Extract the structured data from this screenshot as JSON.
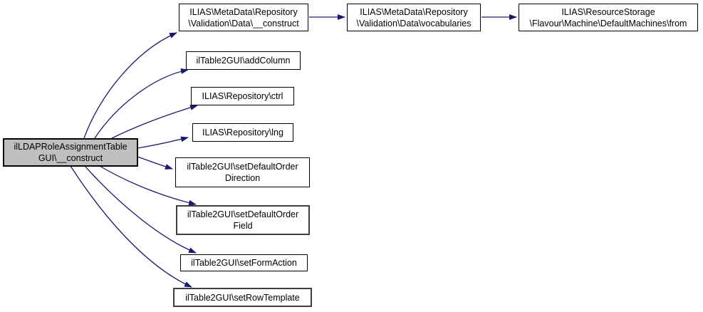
{
  "diagram": {
    "kind": "call-graph",
    "colors": {
      "edge": "#191970",
      "root_fill": "#bfbfbf",
      "node_border": "#000000",
      "node_fill": "#ffffff"
    },
    "nodes": [
      {
        "id": "root",
        "lines": [
          "ilLDAPRoleAssignmentTable",
          "GUI\\__construct"
        ]
      },
      {
        "id": "md-construct",
        "lines": [
          "ILIAS\\MetaData\\Repository",
          "\\Validation\\Data\\__construct"
        ]
      },
      {
        "id": "md-vocabularies",
        "lines": [
          "ILIAS\\MetaData\\Repository",
          "\\Validation\\Data\\vocabularies"
        ]
      },
      {
        "id": "rs-from",
        "lines": [
          "ILIAS\\ResourceStorage",
          "\\Flavour\\Machine\\DefaultMachines\\from"
        ]
      },
      {
        "id": "add-column",
        "lines": [
          "ilTable2GUI\\addColumn"
        ]
      },
      {
        "id": "ctrl",
        "lines": [
          "ILIAS\\Repository\\ctrl"
        ]
      },
      {
        "id": "lng",
        "lines": [
          "ILIAS\\Repository\\lng"
        ]
      },
      {
        "id": "set-order-direction",
        "lines": [
          "ilTable2GUI\\setDefaultOrder",
          "Direction"
        ]
      },
      {
        "id": "set-order-field",
        "lines": [
          "ilTable2GUI\\setDefaultOrder",
          "Field"
        ]
      },
      {
        "id": "set-form-action",
        "lines": [
          "ilTable2GUI\\setFormAction"
        ]
      },
      {
        "id": "set-row-template",
        "lines": [
          "ilTable2GUI\\setRowTemplate"
        ]
      }
    ],
    "edges": [
      {
        "from": "root",
        "to": "md-construct"
      },
      {
        "from": "root",
        "to": "add-column"
      },
      {
        "from": "root",
        "to": "ctrl"
      },
      {
        "from": "root",
        "to": "lng"
      },
      {
        "from": "root",
        "to": "set-order-direction"
      },
      {
        "from": "root",
        "to": "set-order-field"
      },
      {
        "from": "root",
        "to": "set-form-action"
      },
      {
        "from": "root",
        "to": "set-row-template"
      },
      {
        "from": "md-construct",
        "to": "md-vocabularies"
      },
      {
        "from": "md-vocabularies",
        "to": "rs-from"
      }
    ]
  }
}
